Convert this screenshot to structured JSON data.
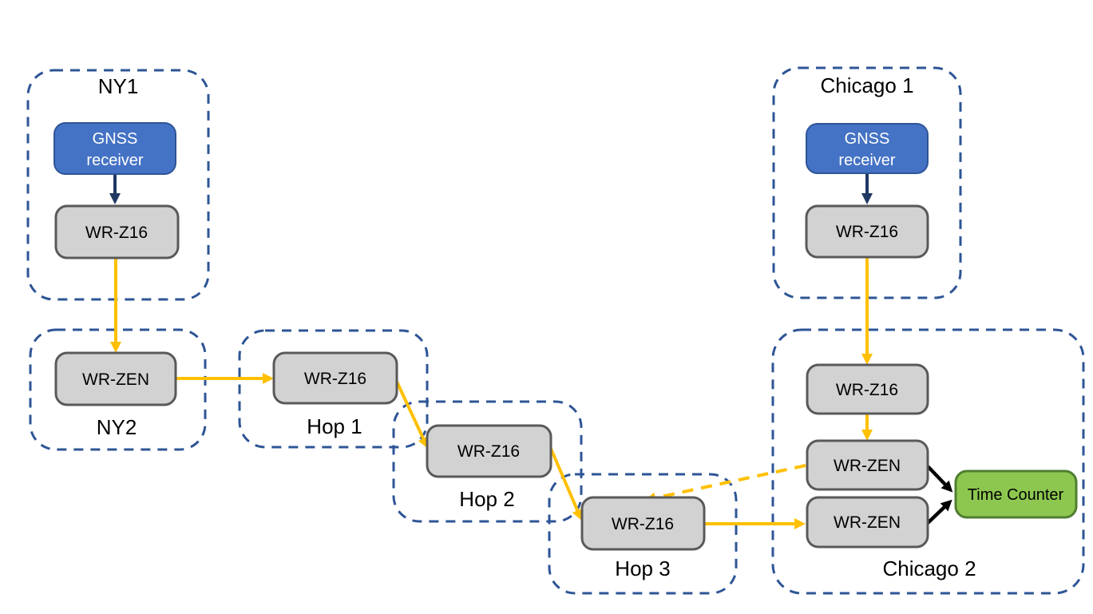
{
  "colors": {
    "background": "#ffffff",
    "container-border": "#2E5596",
    "label-text": "#000000",
    "device-fill": "#D2D2D2",
    "device-border": "#595959",
    "device-text": "#000000",
    "gnss-fill": "#4472C4",
    "gnss-border": "#2F5597",
    "gnss-text": "#FFFFFF",
    "counter-fill": "#8DC750",
    "counter-border": "#507E32",
    "counter-text": "#000000",
    "link-yellow": "#FFC000",
    "link-navy": "#1F3864",
    "link-black": "#000000"
  },
  "containers": [
    {
      "id": "ny1",
      "label": "NY1"
    },
    {
      "id": "ny2",
      "label": "NY2"
    },
    {
      "id": "hop1",
      "label": "Hop 1"
    },
    {
      "id": "hop2",
      "label": "Hop 2"
    },
    {
      "id": "hop3",
      "label": "Hop 3"
    },
    {
      "id": "chicago1",
      "label": "Chicago 1"
    },
    {
      "id": "chicago2",
      "label": "Chicago 2"
    }
  ],
  "devices": [
    {
      "id": "ny1-gnss-receiver",
      "label_line1": "GNSS",
      "label_line2": "receiver",
      "kind": "gnss-receiver"
    },
    {
      "id": "ny1-wr-z16",
      "label": "WR-Z16",
      "kind": "device"
    },
    {
      "id": "ny2-wr-zen",
      "label": "WR-ZEN",
      "kind": "device"
    },
    {
      "id": "hop1-wr-z16",
      "label": "WR-Z16",
      "kind": "device"
    },
    {
      "id": "hop2-wr-z16",
      "label": "WR-Z16",
      "kind": "device"
    },
    {
      "id": "hop3-wr-z16",
      "label": "WR-Z16",
      "kind": "device"
    },
    {
      "id": "chicago1-gnss-receiver",
      "label_line1": "GNSS",
      "label_line2": "receiver",
      "kind": "gnss-receiver"
    },
    {
      "id": "chicago1-wr-z16",
      "label": "WR-Z16",
      "kind": "device"
    },
    {
      "id": "chicago2-wr-z16",
      "label": "WR-Z16",
      "kind": "device"
    },
    {
      "id": "chicago2-wr-zen-1",
      "label": "WR-ZEN",
      "kind": "device"
    },
    {
      "id": "chicago2-wr-zen-2",
      "label": "WR-ZEN",
      "kind": "device"
    },
    {
      "id": "time-counter",
      "label": "Time Counter",
      "kind": "counter"
    }
  ],
  "links": [
    {
      "from": "ny1-gnss-receiver",
      "to": "ny1-wr-z16",
      "style": "solid",
      "color": "navy"
    },
    {
      "from": "ny1-wr-z16",
      "to": "ny2-wr-zen",
      "style": "solid",
      "color": "yellow"
    },
    {
      "from": "ny2-wr-zen",
      "to": "hop1-wr-z16",
      "style": "solid",
      "color": "yellow"
    },
    {
      "from": "hop1-wr-z16",
      "to": "hop2-wr-z16",
      "style": "solid",
      "color": "yellow"
    },
    {
      "from": "hop2-wr-z16",
      "to": "hop3-wr-z16",
      "style": "solid",
      "color": "yellow"
    },
    {
      "from": "hop3-wr-z16",
      "to": "chicago2-wr-zen-2",
      "style": "solid",
      "color": "yellow"
    },
    {
      "from": "chicago1-gnss-receiver",
      "to": "chicago1-wr-z16",
      "style": "solid",
      "color": "navy"
    },
    {
      "from": "chicago1-wr-z16",
      "to": "chicago2-wr-z16",
      "style": "solid",
      "color": "yellow"
    },
    {
      "from": "chicago2-wr-z16",
      "to": "chicago2-wr-zen-1",
      "style": "solid",
      "color": "yellow"
    },
    {
      "from": "chicago2-wr-zen-1",
      "to": "hop3-wr-z16",
      "style": "dashed",
      "color": "yellow"
    },
    {
      "from": "chicago2-wr-zen-1",
      "to": "time-counter",
      "style": "solid",
      "color": "black"
    },
    {
      "from": "chicago2-wr-zen-2",
      "to": "time-counter",
      "style": "solid",
      "color": "black"
    }
  ]
}
